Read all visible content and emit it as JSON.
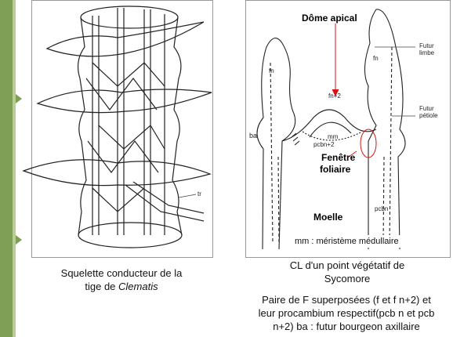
{
  "left_panel": {
    "caption_line1": "Squelette conducteur de la",
    "caption_line2_prefix": "tige de ",
    "caption_line2_italic": "Clematis",
    "label_tr": "tr"
  },
  "right_panel": {
    "caption_title_line1": "CL d'un point végétatif de",
    "caption_title_line2": "Sycomore",
    "caption_desc_line1": "Paire de F superposées (f et f n+2) et",
    "caption_desc_line2": "leur procambium respectif(pcb n et pcb",
    "caption_desc_line3": "n+2) ba : futur bourgeon axillaire",
    "labels": {
      "dome_apical": "Dôme apical",
      "fenetre_line1": "Fenêtre",
      "fenetre_line2": "foliaire",
      "moelle": "Moelle",
      "mm_legend": "mm : méristème médullaire",
      "futur_limbe_1": "Futur",
      "futur_limbe_2": "limbe",
      "futur_petiole_1": "Futur",
      "futur_petiole_2": "pétiole",
      "ba": "ba",
      "fn_left": "fn",
      "fn_right": "fn",
      "fn2": "fn+2",
      "mm": "mm",
      "pcb_n2": "pcbn+2",
      "pcb_n": "pcbn"
    }
  }
}
